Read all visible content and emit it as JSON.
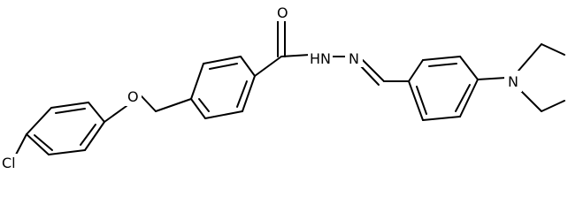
{
  "diagram": {
    "type": "chemical-structure",
    "atom_labels": {
      "chlorine": "Cl",
      "ether_oxygen": "O",
      "carbonyl_oxygen": "O",
      "hydrazone_nh": "H",
      "hydrazone_n1": "N",
      "hydrazone_n2": "N",
      "amine_nitrogen": "N"
    },
    "colors": {
      "bond": "#000000",
      "text": "#000000",
      "background": "#ffffff"
    }
  }
}
